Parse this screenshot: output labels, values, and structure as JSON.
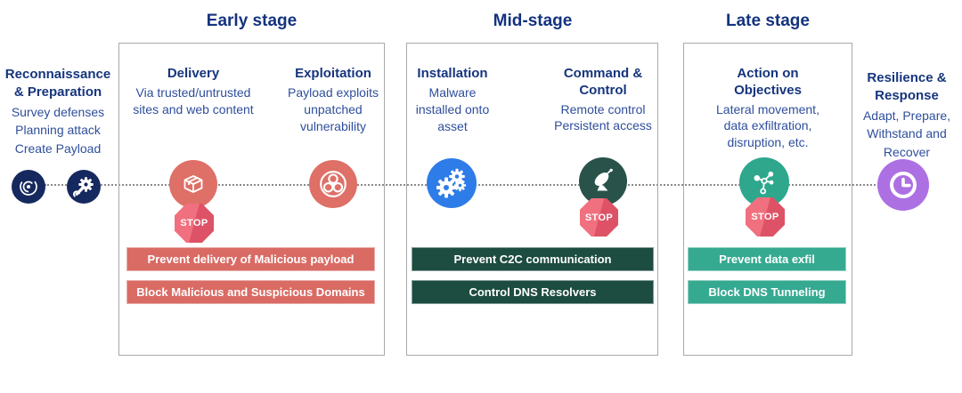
{
  "stage_headers": {
    "early": "Early stage",
    "mid": "Mid-stage",
    "late": "Late stage"
  },
  "outside": {
    "recon": {
      "title": "Reconnaissance & Preparation",
      "line1": "Survey defenses",
      "line2": "Planning attack",
      "line3": "Create Payload"
    },
    "resilience": {
      "title": "Resilience & Response",
      "body": "Adapt, Prepare, Withstand and Recover"
    }
  },
  "phases": {
    "delivery": {
      "title": "Delivery",
      "desc": "Via trusted/untrusted sites and web content"
    },
    "exploitation": {
      "title": "Exploitation",
      "desc": "Payload exploits unpatched vulnerability"
    },
    "installation": {
      "title": "Installation",
      "desc": "Malware installed onto asset"
    },
    "c2": {
      "title": "Command & Control",
      "desc": "Remote control Persistent access"
    },
    "action": {
      "title": "Action on Objectives",
      "desc": "Lateral movement, data exfiltration, disruption, etc."
    }
  },
  "banners": {
    "early1": "Prevent delivery of Malicious payload",
    "early2": "Block Malicious and Suspicious Domains",
    "mid1": "Prevent C2C communication",
    "mid2": "Control DNS Resolvers",
    "late1": "Prevent data exfil",
    "late2": "Block DNS Tunneling"
  },
  "stop_label": "STOP",
  "icons": {
    "reconnaissance": "radar-icon",
    "preparation": "wrench-gear-icon",
    "delivery": "package-icon",
    "exploitation": "biohazard-icon",
    "installation": "gears-icon",
    "command_control": "satellite-dish-icon",
    "action_on_objectives": "network-nodes-icon",
    "resilience": "clock-icon",
    "stop": "stop-sign-icon"
  },
  "colors": {
    "heading_navy": "#14337f",
    "body_navy": "#2e4e9c",
    "navy_icon_circle": "#16295e",
    "salmon_circle": "#de7067",
    "salmon_banner": "#d96b64",
    "blue_circle": "#2e7ce8",
    "dark_green_circle": "#28524a",
    "dark_green_banner": "#1d4c40",
    "teal_circle": "#2ea78c",
    "teal_banner": "#36a991",
    "purple_circle": "#ad70e3",
    "stop_red_light": "#f1707f",
    "stop_red_dark": "#dd5266",
    "box_border": "#a9a9a9"
  }
}
